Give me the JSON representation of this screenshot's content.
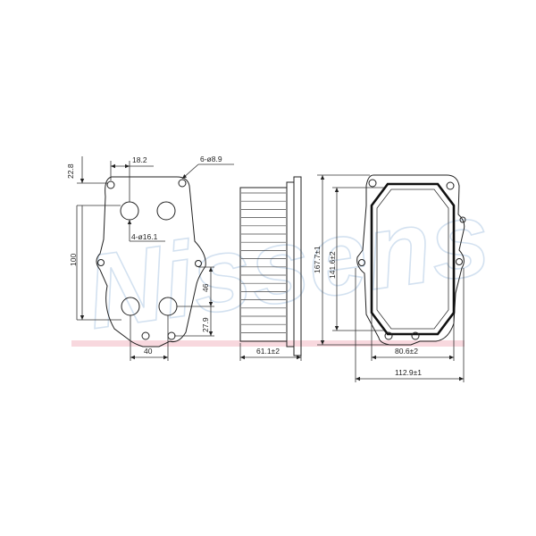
{
  "watermark": {
    "text": "Nissens",
    "color": "#a9c5e2",
    "band_color": "#f2b8c2"
  },
  "front_view": {
    "dims": {
      "offset_top": "22.8",
      "hole_spacing_x": "18.2",
      "mount_holes": "6-ø8.9",
      "ports": "4-ø16.1",
      "height": "100",
      "port_spacing_y": "46",
      "offset_bottom": "27.9",
      "width": "40"
    }
  },
  "side_view": {
    "dims": {
      "depth": "61.1±2"
    }
  },
  "back_view": {
    "dims": {
      "overall_height": "167.7±1",
      "seal_height": "141.6±2",
      "seal_width": "80.6±2",
      "overall_width": "112.9±1"
    }
  }
}
